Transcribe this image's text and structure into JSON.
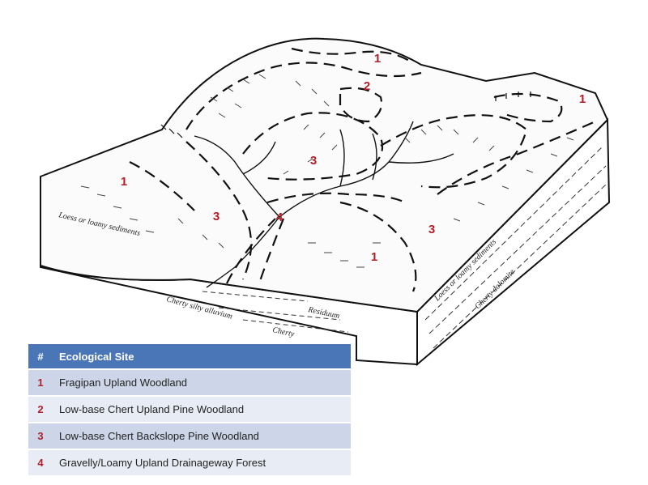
{
  "map_labels": [
    "1",
    "2",
    "1",
    "1",
    "3",
    "3",
    "4",
    "3",
    "1"
  ],
  "geology_labels": {
    "loess_left": "Loess or loamy sediments",
    "loess_right": "Loess or loamy sediments",
    "alluvium": "Cherty silty alluvium",
    "residuum": "Residuum",
    "cherty": "Cherty",
    "dolomite": "Cherty dolomite"
  },
  "legend": {
    "header": {
      "num": "#",
      "site": "Ecological Site"
    },
    "rows": [
      {
        "num": "1",
        "site": "Fragipan Upland Woodland"
      },
      {
        "num": "2",
        "site": "Low-base Chert Upland Pine Woodland"
      },
      {
        "num": "3",
        "site": "Low-base Chert Backslope Pine Woodland"
      },
      {
        "num": "4",
        "site": "Gravelly/Loamy Upland Drainageway Forest"
      }
    ]
  },
  "colors": {
    "header": "#4a76b8",
    "row_odd": "#cdd6e8",
    "row_even": "#e8edf5",
    "site_number": "#b0202a"
  }
}
